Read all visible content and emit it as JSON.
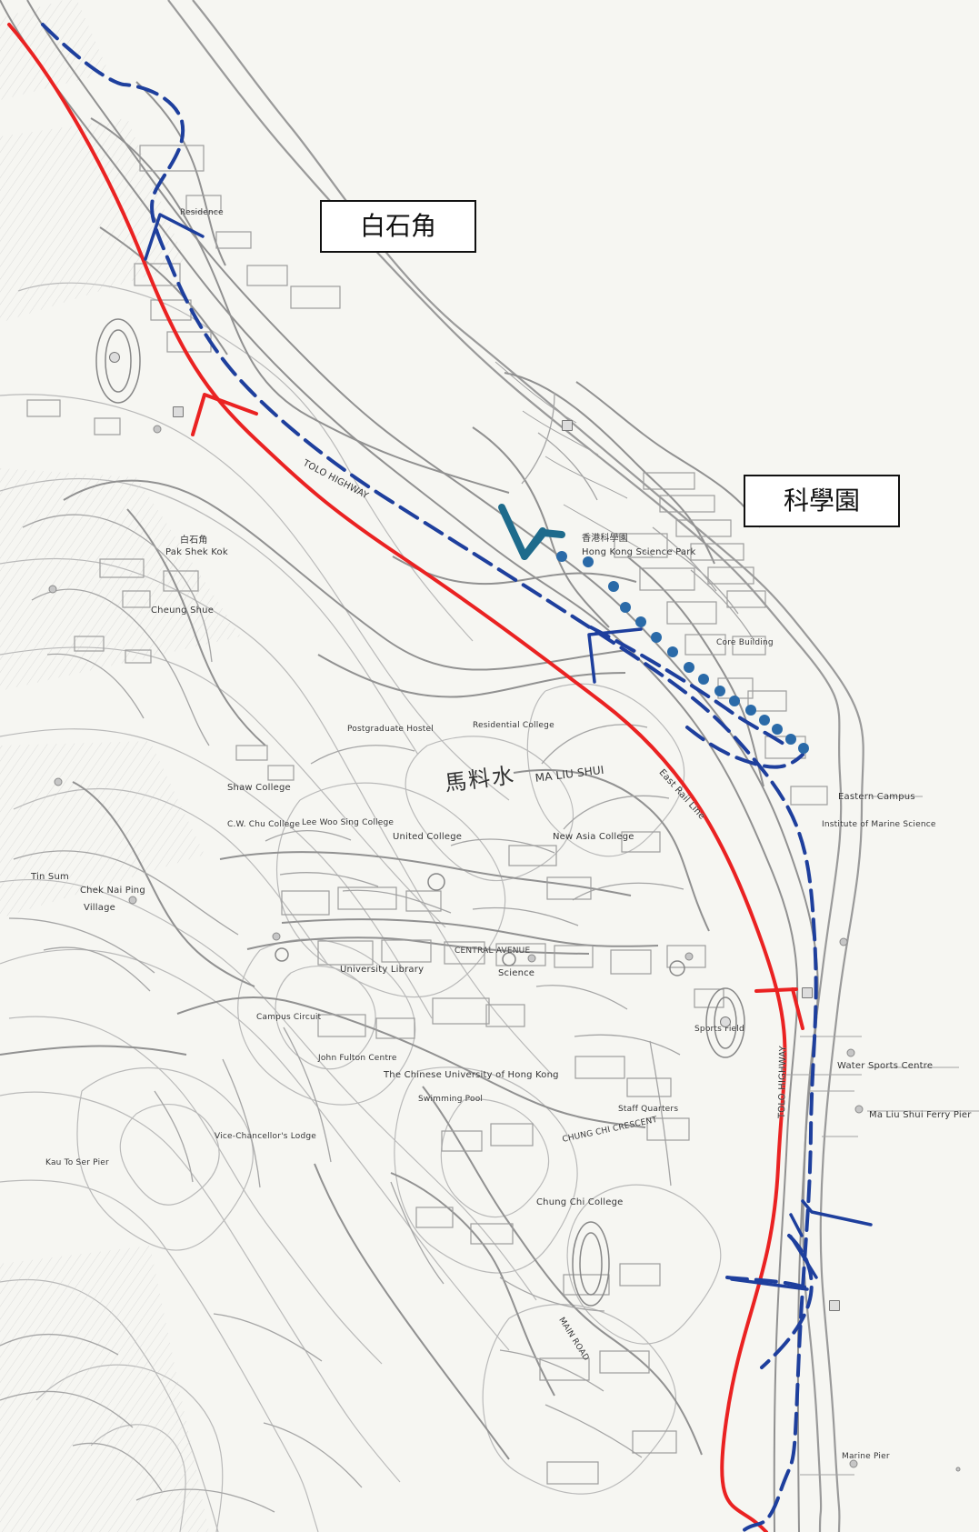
{
  "map": {
    "callouts": {
      "baishijiao": "白石角",
      "science_park": "科學園"
    },
    "labels": {
      "tolo_highway_1": "TOLO HIGHWAY",
      "tolo_highway_2": "TOLO HIGHWAY",
      "hong_kong_science_park": "Hong Kong Science Park",
      "hk_science_park_cn": "香港科學園",
      "pak_shek_kok_cn": "白石角",
      "pak_shek_kok_en": "Pak Shek Kok",
      "cheung_shue": "Cheung Shue",
      "ma_liu_shui_cn": "馬料水",
      "ma_liu_shui_en": "MA LIU SHUI",
      "east_rail_line": "East Rail Line",
      "chinese_university": "The Chinese University of Hong Kong",
      "united_college": "United College",
      "new_asia_college": "New Asia College",
      "chung_chi_college": "Chung Chi College",
      "university_library": "University Library",
      "science": "Science",
      "water_sports_centre": "Water Sports Centre",
      "ma_liu_shui_ferry_pier": "Ma Liu Shui Ferry Pier",
      "eastern_campus": "Eastern Campus",
      "institute_marine": "Institute of Marine Science",
      "postgraduate_hostel": "Postgraduate Hostel",
      "residential_college": "Residential College",
      "shaw_college": "Shaw College",
      "cw_chu_college": "C.W. Chu College",
      "lee_woo_sing_college": "Lee Woo Sing College",
      "vice_chancellors_lodge": "Vice-Chancellor's Lodge",
      "kau_to_ser_pier": "Kau To Ser Pier",
      "central_avenue": "CENTRAL AVENUE",
      "chung_chi_crescent": "CHUNG CHI CRESCENT",
      "main_road": "MAIN ROAD",
      "hostel_sample": "Residence",
      "core_building": "Core Building",
      "marine_pier": "Marine Pier",
      "shu_lam_gall": "Staff Quarters",
      "sports_field": "Sports Field",
      "emily_campus": "Campus Circuit",
      "john_fulton": "John Fulton Centre",
      "swimming_pool": "Swimming Pool",
      "tin_sum": "Tin Sum",
      "to_shek": "Chek Nai Ping",
      "village": "Village"
    },
    "colors": {
      "red_route": "#ea2222",
      "blue_route": "#1e3f9d",
      "blue_dots": "#2a6aa8",
      "map_ink": "#8b8b8b",
      "map_light": "#bbbbbb",
      "paper": "#f6f6f2"
    }
  }
}
